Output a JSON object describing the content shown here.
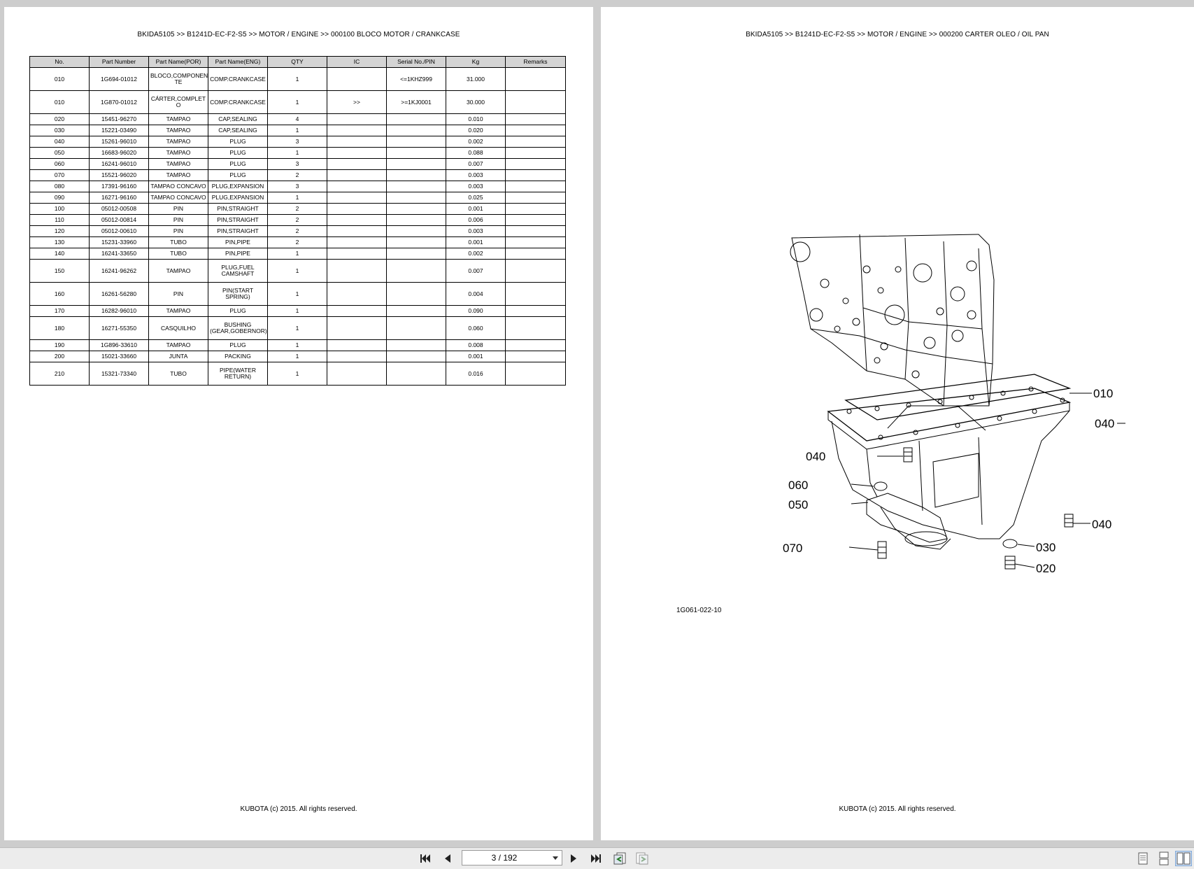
{
  "left_page": {
    "header": "BKIDA5105 >> B1241D-EC-F2-S5 >> MOTOR / ENGINE >> 000100   BLOCO MOTOR / CRANKCASE",
    "columns": [
      "No.",
      "Part Number",
      "Part Name(POR)",
      "Part Name(ENG)",
      "QTY",
      "IC",
      "Serial No./PIN",
      "Kg",
      "Remarks"
    ],
    "rows": [
      [
        "010",
        "1G694-01012",
        "BLOCO,COMPONEN TE",
        "COMP.CRANKCASE",
        "1",
        "",
        "<=1KHZ999",
        "31.000",
        ""
      ],
      [
        "010",
        "1G870-01012",
        "CÁRTER,COMPLET O",
        "COMP.CRANKCASE",
        "1",
        ">>",
        ">=1KJ0001",
        "30.000",
        ""
      ],
      [
        "020",
        "15451-96270",
        "TAMPAO",
        "CAP,SEALING",
        "4",
        "",
        "",
        "0.010",
        ""
      ],
      [
        "030",
        "15221-03490",
        "TAMPAO",
        "CAP,SEALING",
        "1",
        "",
        "",
        "0.020",
        ""
      ],
      [
        "040",
        "15261-96010",
        "TAMPAO",
        "PLUG",
        "3",
        "",
        "",
        "0.002",
        ""
      ],
      [
        "050",
        "16683-96020",
        "TAMPAO",
        "PLUG",
        "1",
        "",
        "",
        "0.088",
        ""
      ],
      [
        "060",
        "16241-96010",
        "TAMPAO",
        "PLUG",
        "3",
        "",
        "",
        "0.007",
        ""
      ],
      [
        "070",
        "15521-96020",
        "TAMPAO",
        "PLUG",
        "2",
        "",
        "",
        "0.003",
        ""
      ],
      [
        "080",
        "17391-96160",
        "TAMPAO CONCAVO",
        "PLUG,EXPANSION",
        "3",
        "",
        "",
        "0.003",
        ""
      ],
      [
        "090",
        "16271-96160",
        "TAMPAO CONCAVO",
        "PLUG,EXPANSION",
        "1",
        "",
        "",
        "0.025",
        ""
      ],
      [
        "100",
        "05012-00508",
        "PIN",
        "PIN,STRAIGHT",
        "2",
        "",
        "",
        "0.001",
        ""
      ],
      [
        "110",
        "05012-00814",
        "PIN",
        "PIN,STRAIGHT",
        "2",
        "",
        "",
        "0.006",
        ""
      ],
      [
        "120",
        "05012-00610",
        "PIN",
        "PIN,STRAIGHT",
        "2",
        "",
        "",
        "0.003",
        ""
      ],
      [
        "130",
        "15231-33960",
        "TUBO",
        "PIN,PIPE",
        "2",
        "",
        "",
        "0.001",
        ""
      ],
      [
        "140",
        "16241-33650",
        "TUBO",
        "PIN,PIPE",
        "1",
        "",
        "",
        "0.002",
        ""
      ],
      [
        "150",
        "16241-96262",
        "TAMPAO",
        "PLUG,FUEL CAMSHAFT",
        "1",
        "",
        "",
        "0.007",
        ""
      ],
      [
        "160",
        "16261-56280",
        "PIN",
        "PIN(START SPRING)",
        "1",
        "",
        "",
        "0.004",
        ""
      ],
      [
        "170",
        "16282-96010",
        "TAMPAO",
        "PLUG",
        "1",
        "",
        "",
        "0.090",
        ""
      ],
      [
        "180",
        "16271-55350",
        "CASQUILHO",
        "BUSHING (GEAR,GOBERNOR)",
        "1",
        "",
        "",
        "0.060",
        ""
      ],
      [
        "190",
        "1G896-33610",
        "TAMPAO",
        "PLUG",
        "1",
        "",
        "",
        "0.008",
        ""
      ],
      [
        "200",
        "15021-33660",
        "JUNTA",
        "PACKING",
        "1",
        "",
        "",
        "0.001",
        ""
      ],
      [
        "210",
        "15321-73340",
        "TUBO",
        "PIPE(WATER RETURN)",
        "1",
        "",
        "",
        "0.016",
        ""
      ]
    ],
    "footer": "KUBOTA (c) 2015. All rights reserved."
  },
  "right_page": {
    "header": "BKIDA5105 >> B1241D-EC-F2-S5 >> MOTOR / ENGINE >> 000200   CARTER OLEO / OIL PAN",
    "callouts": [
      "010",
      "040",
      "040",
      "060",
      "050",
      "040",
      "070",
      "030",
      "020"
    ],
    "drawing_number": "1G061-022-10",
    "footer": "KUBOTA (c) 2015. All rights reserved."
  },
  "toolbar": {
    "page_indicator": "3 / 192",
    "icons": [
      "first-page-icon",
      "previous-page-icon",
      "next-page-icon",
      "last-page-icon",
      "go-back-icon",
      "go-forward-icon",
      "single-page-view-icon",
      "continuous-view-icon",
      "two-page-view-icon"
    ]
  }
}
